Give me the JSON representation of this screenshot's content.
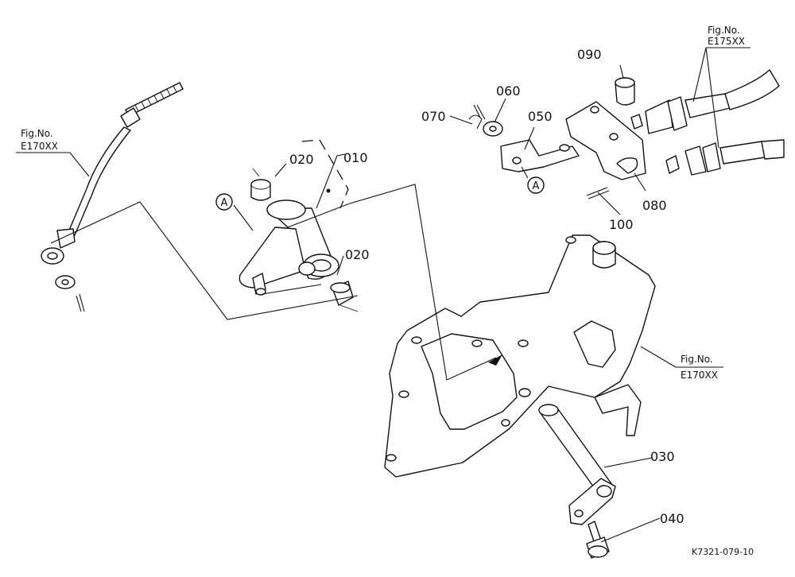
{
  "parts": {
    "p010": "010",
    "p020a": "020",
    "p020b": "020",
    "p030": "030",
    "p040": "040",
    "p050": "050",
    "p060": "060",
    "p070": "070",
    "p080": "080",
    "p090": "090",
    "p100": "100"
  },
  "refs": {
    "fig_label": "Fig.No.",
    "left_fig": "E170XX",
    "top_fig": "E175XX",
    "right_fig": "E170XX"
  },
  "markers": {
    "a1": "A",
    "a2": "A"
  },
  "drawing_code": "K7321-079-10"
}
